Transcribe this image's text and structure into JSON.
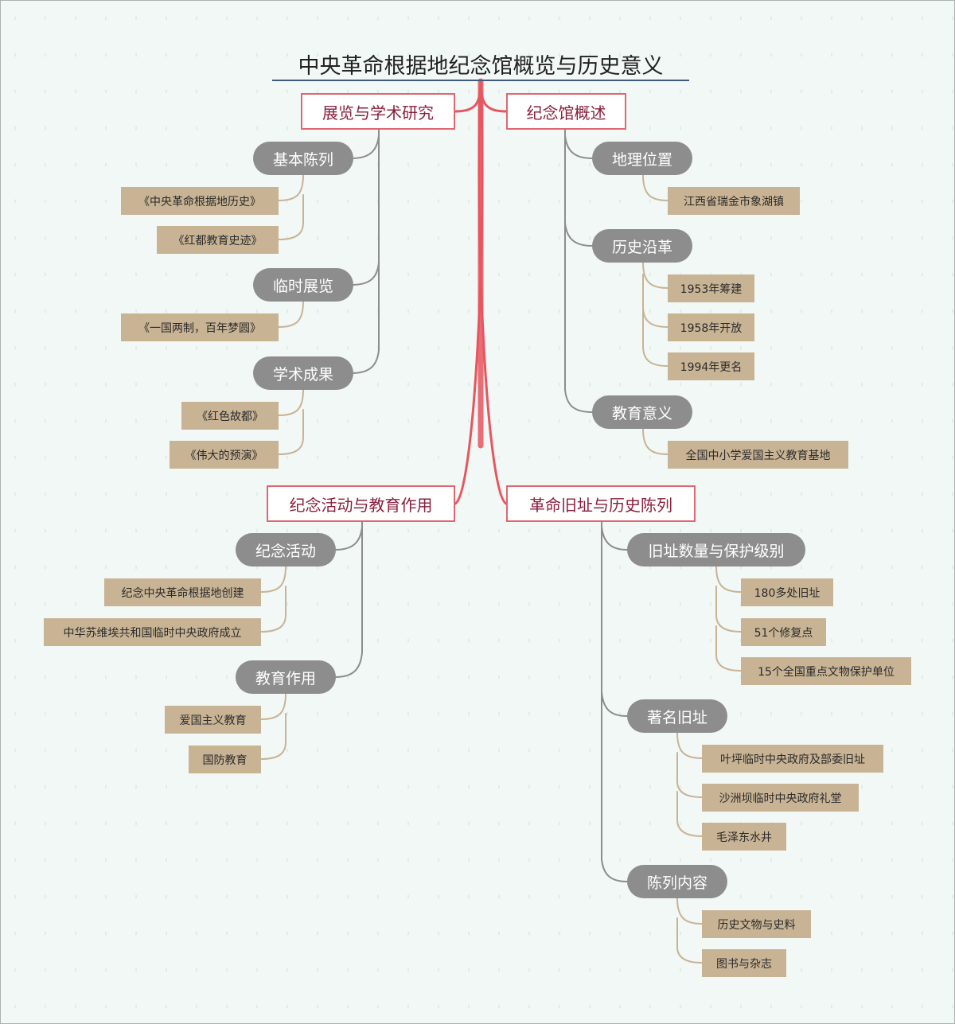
{
  "title": "中央革命根据地纪念馆概览与历史意义",
  "colors": {
    "trunk": "#e8555f",
    "main_border": "#e06772",
    "main_text": "#8a1f3c",
    "sub_bg": "#8d8d8d",
    "leaf_bg": "#c8b394",
    "sub_line": "#8d8d8d",
    "leaf_line": "#c8b394"
  },
  "branches": {
    "overview": {
      "label": "纪念馆概述",
      "location": {
        "label": "地理位置",
        "items": [
          "江西省瑞金市象湖镇"
        ]
      },
      "history": {
        "label": "历史沿革",
        "items": [
          "1953年筹建",
          "1958年开放",
          "1994年更名"
        ]
      },
      "education": {
        "label": "教育意义",
        "items": [
          "全国中小学爱国主义教育基地"
        ]
      }
    },
    "exhibition": {
      "label": "展览与学术研究",
      "basic": {
        "label": "基本陈列",
        "items": [
          "《中央革命根据地历史》",
          "《红都教育史迹》"
        ]
      },
      "temporary": {
        "label": "临时展览",
        "items": [
          "《一国两制，百年梦圆》"
        ]
      },
      "academic": {
        "label": "学术成果",
        "items": [
          "《红色故都》",
          "《伟大的预演》"
        ]
      }
    },
    "activities": {
      "label": "纪念活动与教育作用",
      "memorial": {
        "label": "纪念活动",
        "items": [
          "纪念中央革命根据地创建",
          "中华苏维埃共和国临时中央政府成立"
        ]
      },
      "role": {
        "label": "教育作用",
        "items": [
          "爱国主义教育",
          "国防教育"
        ]
      }
    },
    "sites": {
      "label": "革命旧址与历史陈列",
      "count": {
        "label": "旧址数量与保护级别",
        "items": [
          "180多处旧址",
          "51个修复点",
          "15个全国重点文物保护单位"
        ]
      },
      "famous": {
        "label": "著名旧址",
        "items": [
          "叶坪临时中央政府及部委旧址",
          "沙洲坝临时中央政府礼堂",
          "毛泽东水井"
        ]
      },
      "display": {
        "label": "陈列内容",
        "items": [
          "历史文物与史料",
          "图书与杂志"
        ]
      }
    }
  }
}
